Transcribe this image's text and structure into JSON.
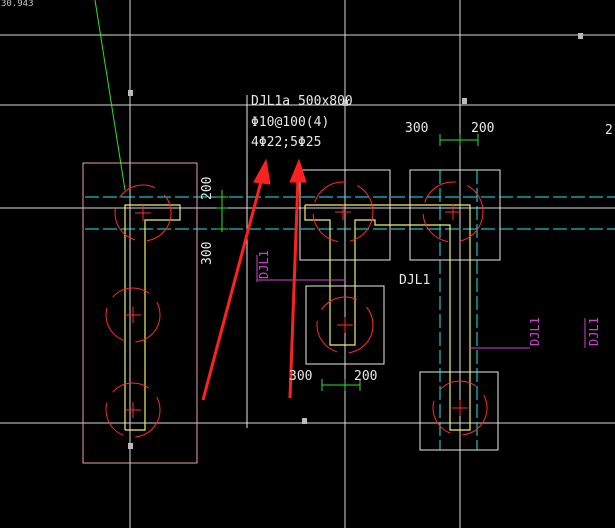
{
  "corner_readout": "30.943",
  "annotation": {
    "line1": "DJL1a 500x800",
    "line2": "Φ10@100(4)",
    "line3": "4Φ22;5Φ25"
  },
  "dims": {
    "top_left": "300",
    "top_right": "200",
    "left_vertical_upper": "200",
    "left_vertical_lower": "300",
    "bottom_left": "300",
    "bottom_right": "200"
  },
  "beam_labels": {
    "center": "DJL1",
    "left_vertical": "DJL1",
    "right_vertical": "DJL1",
    "far_right_vertical": "DJL1"
  },
  "edge_text": "2",
  "colors": {
    "background": "#000000",
    "grid": "#d8d8d8",
    "cyan": "#22e8f0",
    "yellow": "#f0f070",
    "red": "#ff2a2a",
    "pink": "#e8a0a0",
    "magenta": "#d040d0",
    "green": "#30e030",
    "arrow": "#ff2020",
    "text": "#e8e8e8"
  }
}
